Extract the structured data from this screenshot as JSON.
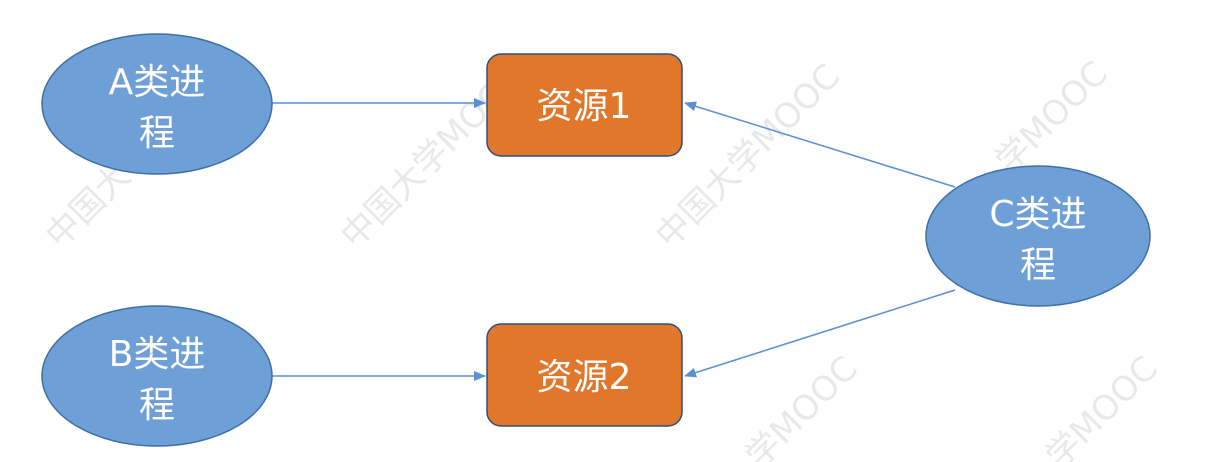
{
  "colors": {
    "process_fill": "#6e9fd6",
    "process_stroke": "#3f6fa5",
    "resource_fill": "#e0772a",
    "resource_stroke": "#2f4f7d",
    "arrow": "#5b8fd0",
    "text": "#ffffff",
    "watermark": "#e8e8e8"
  },
  "nodes": {
    "process_a": {
      "line1": "A类进",
      "line2": "程"
    },
    "process_b": {
      "line1": "B类进",
      "line2": "程"
    },
    "process_c": {
      "line1": "C类进",
      "line2": "程"
    },
    "resource_1": {
      "label": "资源1"
    },
    "resource_2": {
      "label": "资源2"
    }
  },
  "edges": [
    {
      "from": "process_a",
      "to": "resource_1"
    },
    {
      "from": "process_b",
      "to": "resource_2"
    },
    {
      "from": "process_c",
      "to": "resource_1"
    },
    {
      "from": "process_c",
      "to": "resource_2"
    }
  ],
  "watermarks": [
    "中国大学MOOC",
    "中国大学MOOC",
    "中国大学MOOC",
    "学MOOC",
    "学MOOC",
    "学MOOC"
  ]
}
